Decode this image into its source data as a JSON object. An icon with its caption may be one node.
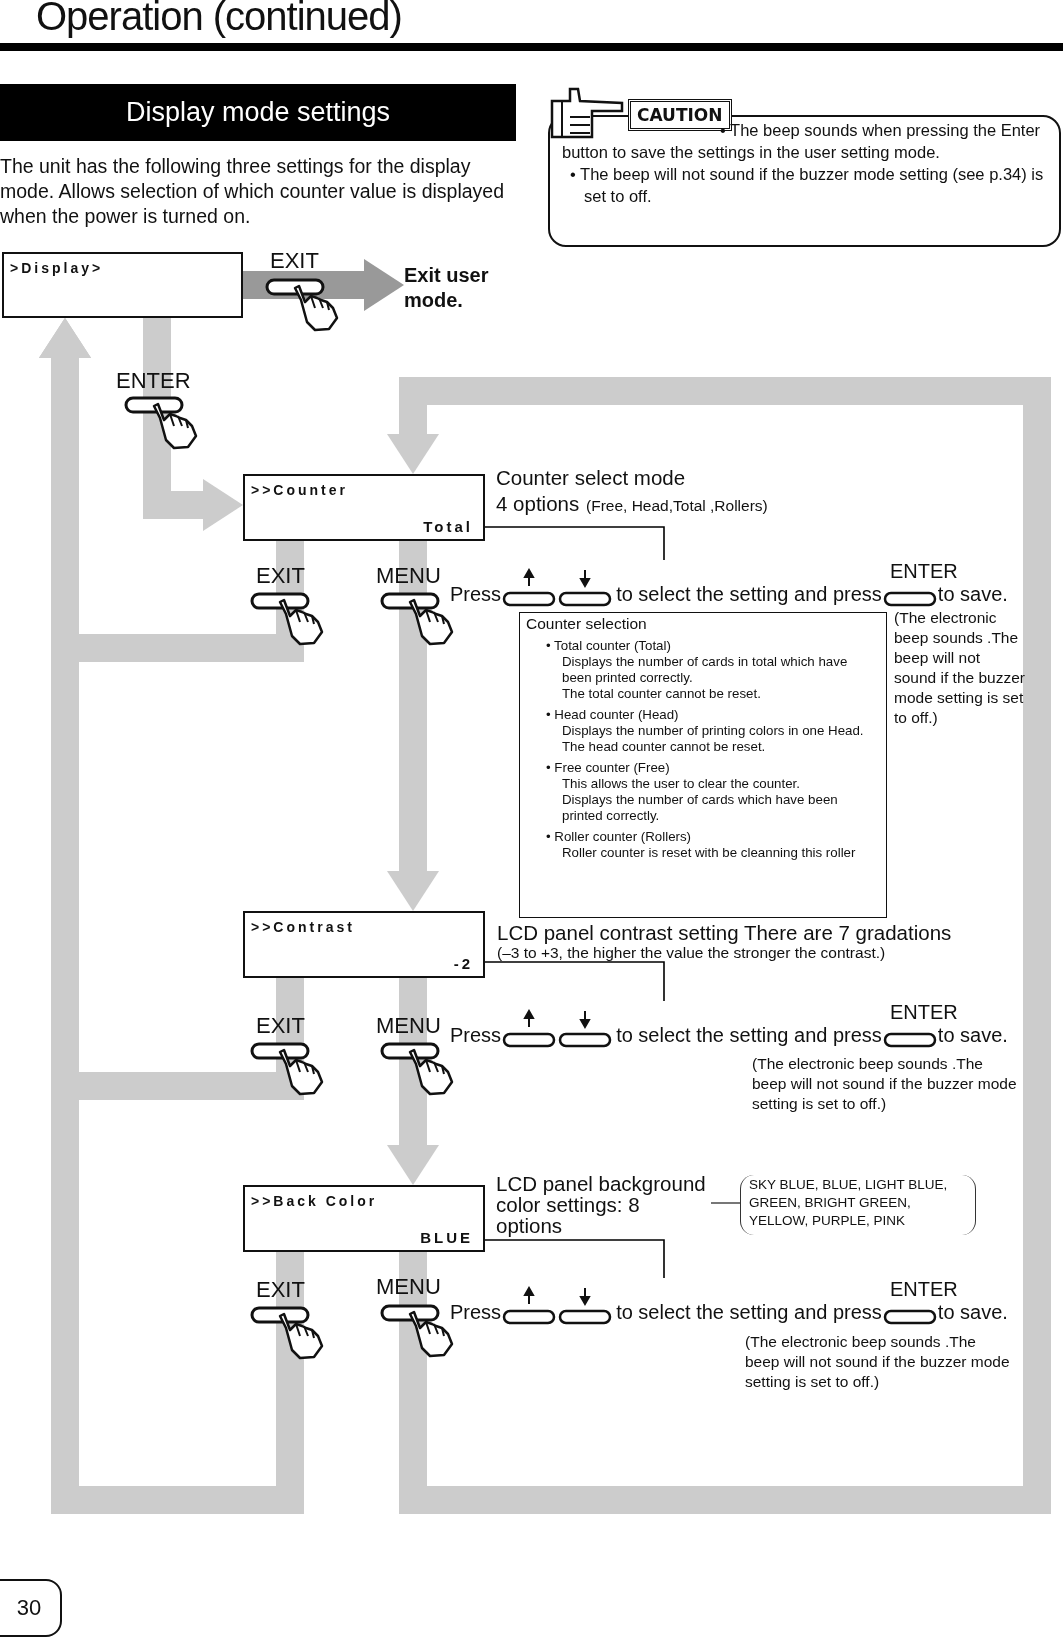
{
  "diagram": {
    "title": "Operation (continued)",
    "nodes": [
      {
        "text": [
          ">Display>"
        ]
      },
      {
        "text": [
          "Exit user mode."
        ]
      },
      {
        "text": [
          ">>Counter",
          "Total"
        ]
      },
      {
        "text": [
          "Press",
          "to select the setting and press",
          "ENTER",
          "to save."
        ],
        "beside": [
          "(The electronic beep sounds .The beep will not sound if the buzzer mode setting is set to off.)"
        ]
      },
      {
        "text": [
          "Counter selection",
          "• Total counter (Total)",
          "Displays the number of cards in total which have been printed correctly.",
          "The total counter cannot be reset.",
          "• Head counter (Head)",
          "Displays the number of printing colors in one Head.",
          "The head counter cannot be reset.",
          "• Free counter (Free)",
          "This allows the user to clear the counter.",
          "Displays the number of cards which have been printed correctly.",
          "• Roller counter (Rollers)",
          "Roller counter is reset with be cleanning this roller"
        ]
      },
      {
        "text": [
          ">>Contrast",
          "-2"
        ]
      },
      {
        "text": [
          "Press",
          "to select the setting and press",
          "ENTER",
          "to save."
        ],
        "beside": [
          "(The electronic beep sounds .The beep will not sound if the buzzer mode setting is set to off.)"
        ]
      },
      {
        "text": [
          ">>Back Color",
          "BLUE"
        ]
      },
      {
        "text": [
          "LCD panel background color settings: 8 options"
        ]
      },
      {
        "text": [
          "SKY BLUE, BLUE, LIGHT BLUE, GREEN, BRIGHT GREEN, YELLOW, PURPLE, PINK"
        ]
      },
      {
        "text": [
          "Press",
          "to select the setting and press",
          "ENTER",
          "to save."
        ],
        "beside": [
          "(The electronic beep sounds .The beep will not sound if the buzzer mode setting is set to off.)"
        ]
      },
      {
        "text": [
          "CAUTION",
          "• The beep sounds when pressing the Enter button to save the settings in the user setting mode.",
          "• The beep will not sound if the buzzer mode setting (see p.34) is set to off."
        ]
      }
    ],
    "edges": [
      {
        "from": 0,
        "to": 1,
        "arrow": "to",
        "label": "EXIT",
        "color": "#999999"
      },
      {
        "from": 0,
        "to": 2,
        "arrow": "to",
        "label": "ENTER"
      },
      {
        "from": 2,
        "to": 3,
        "arrow": "none",
        "color": "#000000"
      },
      {
        "from": 2,
        "to": 5,
        "arrow": "to",
        "label": "MENU"
      },
      {
        "from": 2,
        "to": 0,
        "arrow": "to",
        "label": "EXIT"
      },
      {
        "from": 5,
        "to": 6,
        "arrow": "none",
        "color": "#000000"
      },
      {
        "from": 5,
        "to": 7,
        "arrow": "to",
        "label": "MENU"
      },
      {
        "from": 5,
        "to": 0,
        "arrow": "to",
        "label": "EXIT"
      },
      {
        "from": 8,
        "to": 9,
        "arrow": "none",
        "color": "#555555"
      },
      {
        "from": 7,
        "to": 10,
        "arrow": "none",
        "color": "#000000"
      },
      {
        "from": 7,
        "to": 0,
        "arrow": "to",
        "label": "EXIT"
      },
      {
        "from": 7,
        "to": 2,
        "arrow": "to",
        "label": "MENU"
      }
    ],
    "labels": [
      "Display mode settings",
      "The unit has the following three settings for the display mode.  Allows selection of which counter value is displayed when the power is turned on.",
      "Counter select mode",
      "4 options",
      "(Free, Head,Total ,Rollers)",
      "LCD panel contrast setting There are 7 gradations",
      "(–3 to +3, the higher the value the stronger the contrast.)",
      "30"
    ]
  }
}
